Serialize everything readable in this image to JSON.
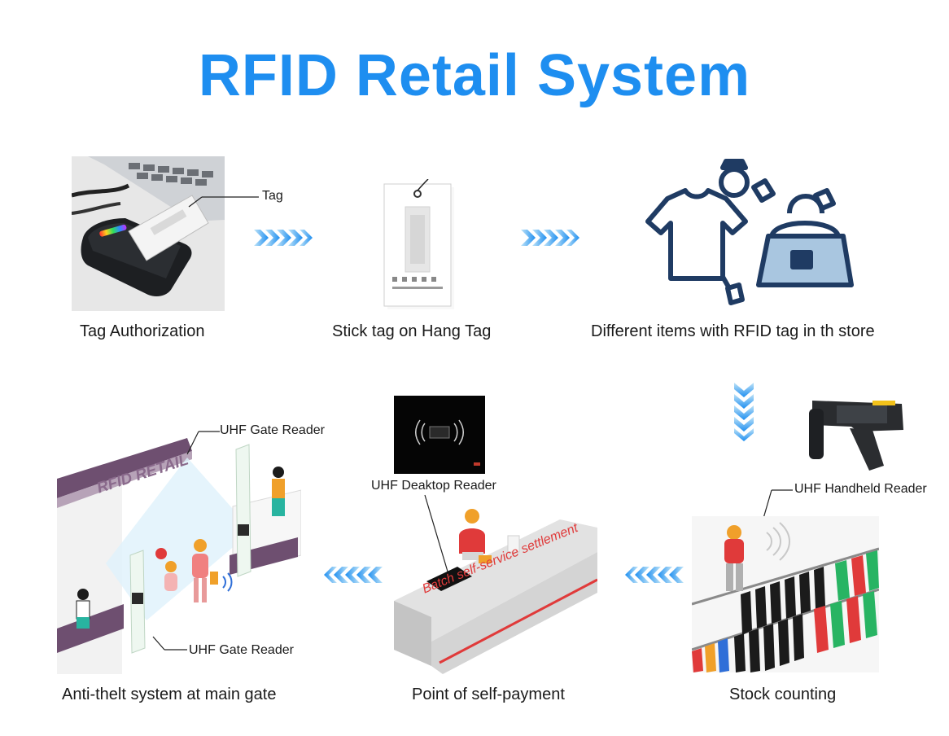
{
  "title": "RFID Retail System",
  "colors": {
    "title": "#1e8ef0",
    "arrow_light": "#9fd4f5",
    "arrow_dark": "#1e8ef0",
    "icon_navy": "#1f3b63",
    "icon_fill": "#a9c6e0",
    "store_purple": "#6e4f70"
  },
  "steps": [
    {
      "label": "Tag Authorization",
      "callouts": [
        "Tag"
      ]
    },
    {
      "label": "Stick tag on Hang Tag",
      "callouts": []
    },
    {
      "label": "Different items with RFID tag in th store",
      "callouts": []
    },
    {
      "label": "Stock counting",
      "callouts": [
        "UHF Handheld Reader"
      ]
    },
    {
      "label": "Point of self-payment",
      "callouts": [
        "UHF Deaktop Reader"
      ],
      "counter_text": "Batch self-service settlement"
    },
    {
      "label": "Anti-thelt system at main gate",
      "callouts": [
        "UHF Gate Reader",
        "UHF Gate Reader"
      ],
      "sign_text": "RFID RETAIL"
    }
  ],
  "flow": [
    "chevron-right",
    "chevron-right",
    "chevron-down",
    "chevron-left",
    "chevron-left"
  ]
}
